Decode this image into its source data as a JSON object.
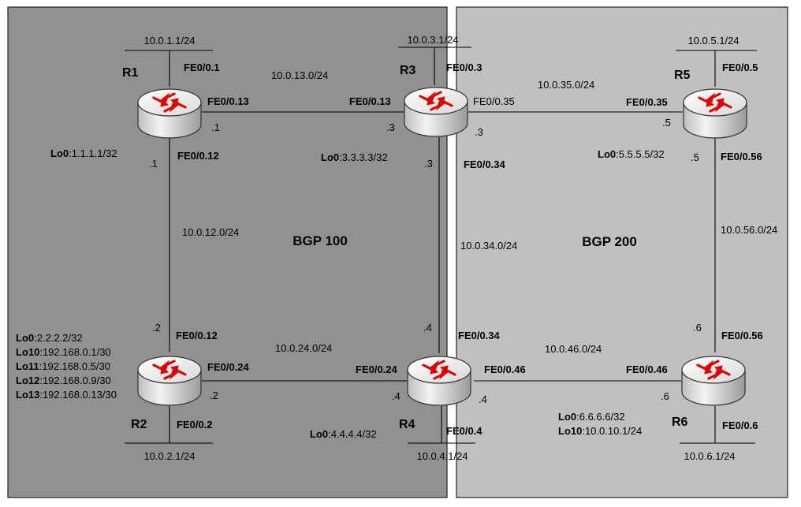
{
  "colors": {
    "as100_bg": "#919191",
    "as200_bg": "#c0c0c0",
    "link": "#000000",
    "arrow": "#e00000"
  },
  "areas": {
    "as100": "BGP 100",
    "as200": "BGP 200"
  },
  "routers": {
    "r1": {
      "name": "R1",
      "lo": [
        {
          "k": "Lo0",
          "v": ":1.1.1.1/32"
        }
      ],
      "lan": "10.0.1.1/24",
      "lan_if": "FE0/0.1",
      "if1": "FE0/0.13",
      "if2": "FE0/0.12",
      "ip1": ".1",
      "ip2": ".1"
    },
    "r2": {
      "name": "R2",
      "lo": [
        {
          "k": "Lo0",
          "v": ":2.2.2.2/32"
        },
        {
          "k": "Lo10",
          "v": ":192.168.0.1/30"
        },
        {
          "k": "Lo11",
          "v": ":192.168.0.5/30"
        },
        {
          "k": "Lo12",
          "v": ":192.168.0.9/30"
        },
        {
          "k": "Lo13",
          "v": ":192.168.0.13/30"
        }
      ],
      "lan": "10.0.2.1/24",
      "lan_if": "FE0/0.2",
      "if1": "FE0/0.12",
      "if2": "FE0/0.24",
      "ip1": ".2",
      "ip2": ".2"
    },
    "r3": {
      "name": "R3",
      "lo": [
        {
          "k": "Lo0",
          "v": ":3.3.3.3/32"
        }
      ],
      "lan": "10.0.3.1/24",
      "lan_if": "FE0/0.3",
      "if1": "FE0/0.13",
      "if2": "FE0/0.35",
      "if3": "FE0/0.34",
      "ip1": ".3",
      "ip2": ".3",
      "ip3": ".3"
    },
    "r4": {
      "name": "R4",
      "lo": [
        {
          "k": "Lo0",
          "v": ":4.4.4.4/32"
        }
      ],
      "lan": "10.0.4.1/24",
      "lan_if": "FE0/0.4",
      "if1": "FE0/0.34",
      "if2": "FE0/0.24",
      "if3": "FE0/0.46",
      "ip1": ".4",
      "ip2": ".4",
      "ip3": ".4"
    },
    "r5": {
      "name": "R5",
      "lo": [
        {
          "k": "Lo0",
          "v": ":5.5.5.5/32"
        }
      ],
      "lan": "10.0.5.1/24",
      "lan_if": "FE0/0.5",
      "if1": "FE0/0.35",
      "if2": "FE0/0.56",
      "ip1": ".5",
      "ip2": ".5"
    },
    "r6": {
      "name": "R6",
      "lo": [
        {
          "k": "Lo0",
          "v": ":6.6.6.6/32"
        },
        {
          "k": "Lo10",
          "v": ":10.0.10.1/24"
        }
      ],
      "lan": "10.0.6.1/24",
      "lan_if": "FE0/0.6",
      "if1": "FE0/0.56",
      "if2": "FE0/0.46",
      "ip1": ".6",
      "ip2": ".6"
    }
  },
  "links": {
    "r1_r3": "10.0.13.0/24",
    "r1_r2": "10.0.12.0/24",
    "r2_r4": "10.0.24.0/24",
    "r3_r4": "10.0.34.0/24",
    "r3_r5": "10.0.35.0/24",
    "r4_r6": "10.0.46.0/24",
    "r5_r6": "10.0.56.0/24"
  }
}
